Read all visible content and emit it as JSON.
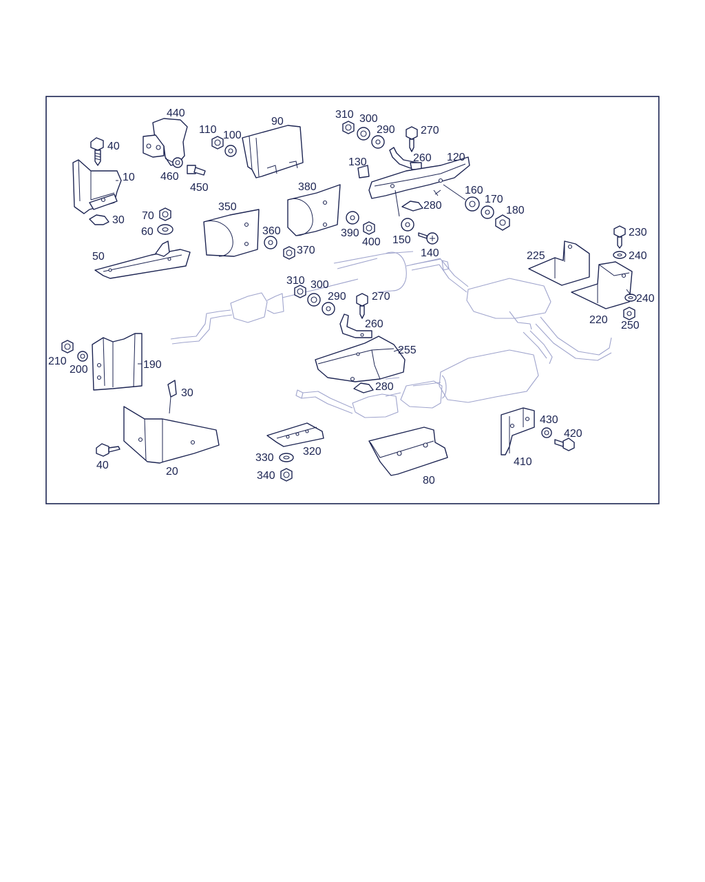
{
  "diagram": {
    "title": "",
    "colors": {
      "line": "#1c2452",
      "ghost": "#9ea3cc",
      "background": "#ffffff"
    },
    "part_numbers": [
      "10",
      "20",
      "30",
      "40",
      "50",
      "60",
      "70",
      "80",
      "90",
      "100",
      "110",
      "120",
      "130",
      "140",
      "150",
      "160",
      "170",
      "180",
      "190",
      "200",
      "210",
      "220",
      "225",
      "230",
      "240",
      "250",
      "255",
      "260",
      "270",
      "280",
      "290",
      "300",
      "310",
      "320",
      "330",
      "340",
      "350",
      "360",
      "370",
      "380",
      "390",
      "400",
      "410",
      "420",
      "430",
      "440",
      "450",
      "460"
    ]
  },
  "labels": {
    "p440": "440",
    "p90": "90",
    "p110": "110",
    "p100": "100",
    "p310a": "310",
    "p300a": "300",
    "p290a": "290",
    "p270a": "270",
    "p40a": "40",
    "p10": "10",
    "p460": "460",
    "p450": "450",
    "p130": "130",
    "p260a": "260",
    "p120": "120",
    "p380": "380",
    "p350": "350",
    "p280a": "280",
    "p160": "160",
    "p170": "170",
    "p180": "180",
    "p70": "70",
    "p30a": "30",
    "p60": "60",
    "p360": "360",
    "p370": "370",
    "p390": "390",
    "p400": "400",
    "p150": "150",
    "p140": "140",
    "p230": "230",
    "p50": "50",
    "p225": "225",
    "p240a": "240",
    "p310b": "310",
    "p300b": "300",
    "p290b": "290",
    "p270b": "270",
    "p240b": "240",
    "p220": "220",
    "p250": "250",
    "p260b": "260",
    "p210": "210",
    "p190": "190",
    "p200": "200",
    "p255": "255",
    "p30b": "30",
    "p280b": "280",
    "p430": "430",
    "p420": "420",
    "p330": "330",
    "p320": "320",
    "p40b": "40",
    "p20": "20",
    "p340": "340",
    "p80": "80",
    "p410": "410"
  }
}
